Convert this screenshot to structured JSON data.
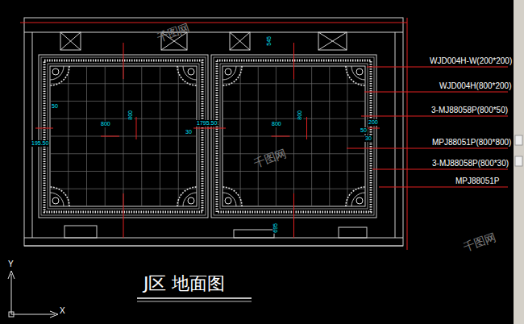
{
  "diagram": {
    "title": "J区 地面图",
    "labels": [
      "WJD004H-W(200*200)",
      "WJD004H(800*200)",
      "3-MJ88058P(800*50)",
      "MPJ88051P(800*800)",
      "3-MJ88058P(800*30)",
      "MPJ88051P",
      "800",
      "800",
      "800",
      "800",
      "545",
      "695",
      "50",
      "195.50",
      "1795.50",
      "30",
      "50",
      "30",
      "200",
      "千图网",
      "千图网",
      "千图网",
      "Y",
      "X"
    ]
  }
}
